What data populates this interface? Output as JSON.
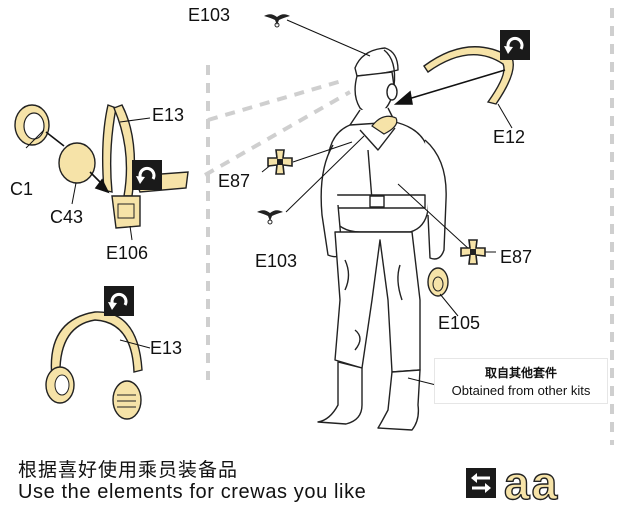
{
  "labels": {
    "e103_top": "E103",
    "e13_upper": "E13",
    "e12": "E12",
    "c1": "C1",
    "c43": "C43",
    "e106": "E106",
    "e87_left": "E87",
    "e103_mid": "E103",
    "e87_right": "E87",
    "e105": "E105",
    "e13_lower": "E13"
  },
  "note": {
    "chinese": "取自其他套件",
    "english": "Obtained from other kits"
  },
  "caption": {
    "chinese": "根据喜好使用乘员装备品",
    "english": "Use the elements for crewas you like"
  },
  "badge": {
    "text": "aa"
  },
  "colors": {
    "part_fill": "#f6e3a8",
    "ink": "#1a1a1a",
    "badge_fill": "#ffffff",
    "icon_box": "#1a1a1a"
  },
  "icons": [
    "eagle-icon",
    "iron-cross-icon",
    "rotate-arrow-icon",
    "swap-arrows-icon"
  ]
}
